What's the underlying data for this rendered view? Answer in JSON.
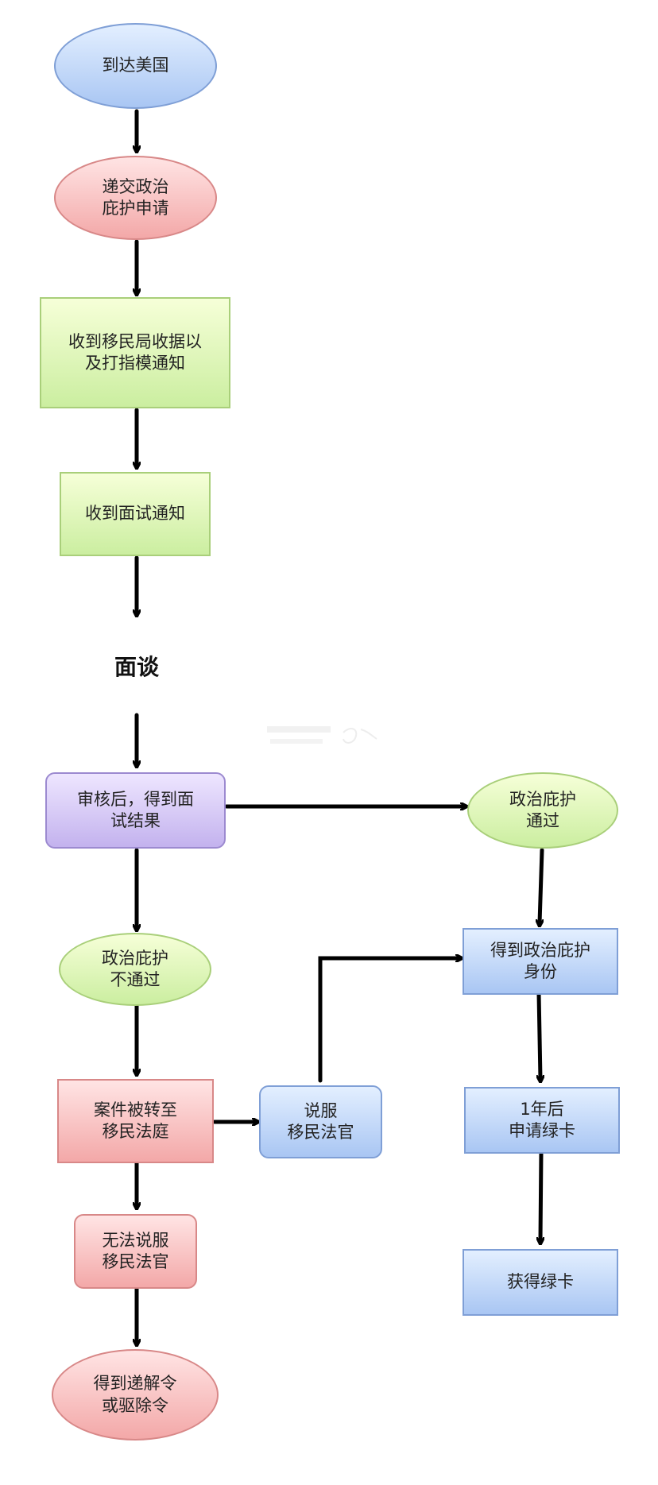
{
  "diagram": {
    "nodes": {
      "arrive_us": "到达美国",
      "submit_asylum": "递交政治\n庇护申请",
      "receipt_notice": "收到移民局收据以\n及打指模通知",
      "interview_notice": "收到面试通知",
      "interview": "面谈",
      "result": "审核后，得到面\n试结果",
      "asylum_approved": "政治庇护\n通过",
      "get_status": "得到政治庇护\n身份",
      "asylum_denied": "政治庇护\n不通过",
      "referred_court": "案件被转至\n移民法庭",
      "convince_judge": "说服\n移民法官",
      "apply_greencard": "1年后\n申请绿卡",
      "cannot_convince": "无法说服\n移民法官",
      "get_greencard": "获得绿卡",
      "deportation": "得到递解令\n或驱除令"
    },
    "colors": {
      "arrow": "#000000",
      "blue_fill": "#a9c6f3",
      "red_fill": "#f3a8a8",
      "green_fill": "#cbeea0",
      "purple_fill": "#c3b2ee"
    }
  }
}
